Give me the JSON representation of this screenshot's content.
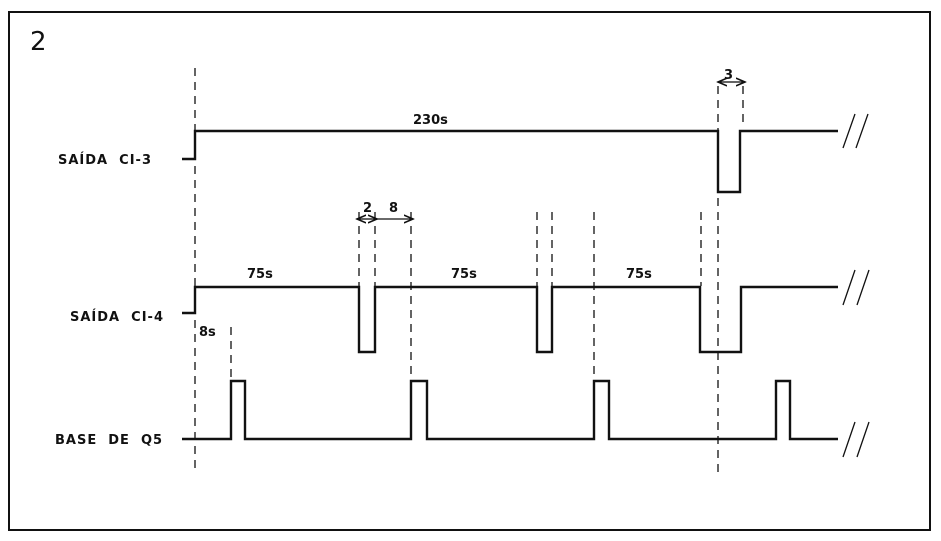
{
  "figure_number": "2",
  "signals": {
    "ci3": {
      "label": "SAÍDA  CI-3"
    },
    "ci4": {
      "label": "SAÍDA  CI-4"
    },
    "q5": {
      "label": "BASE  DE  Q5"
    }
  },
  "annotations": {
    "t230": "230s",
    "t3": "3",
    "t2": "2",
    "t8": "8",
    "t75_a": "75s",
    "t75_b": "75s",
    "t75_c": "75s",
    "t8s": "8s"
  }
}
